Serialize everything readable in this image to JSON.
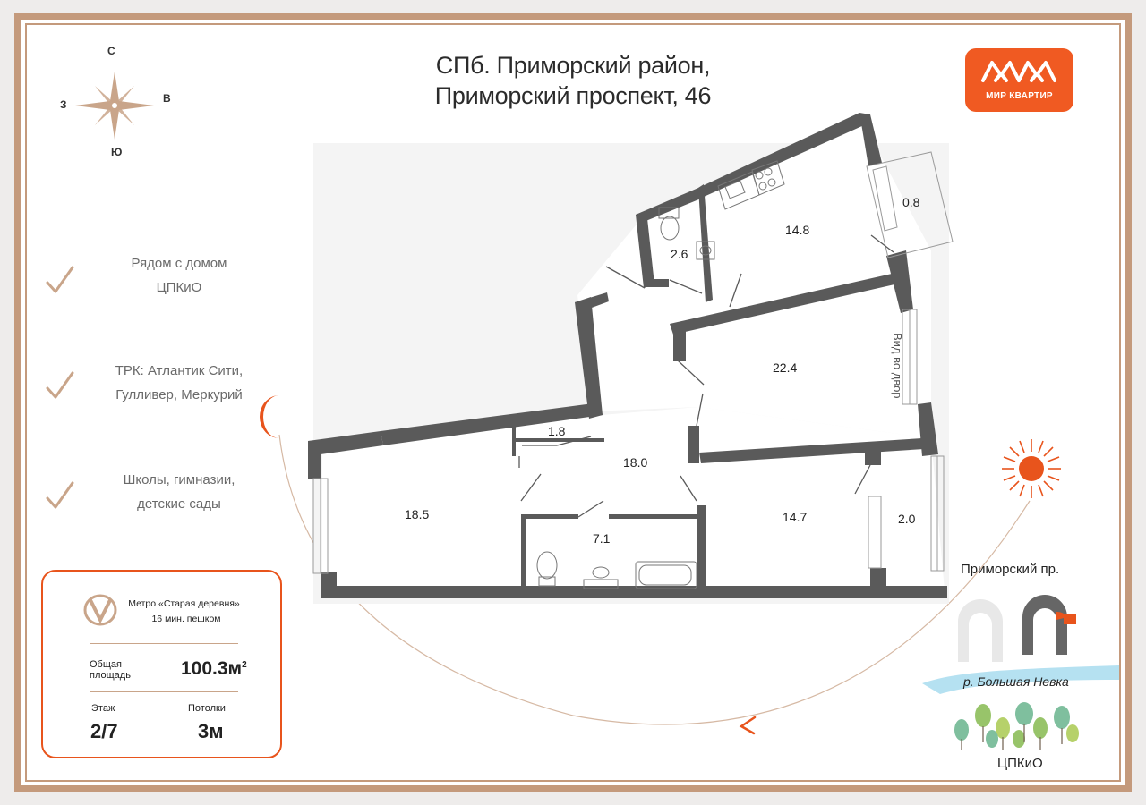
{
  "header": {
    "title_line1": "СПб. Приморский район,",
    "title_line2": "Приморский проспект, 46"
  },
  "logo": {
    "text": "МИР КВАРТИР",
    "color": "#f05a22"
  },
  "compass": {
    "north": "С",
    "south": "Ю",
    "west": "З",
    "east": "В"
  },
  "features": [
    {
      "line1": "Рядом с домом",
      "line2": "ЦПКиО"
    },
    {
      "line1": "ТРК: Атлантик Сити,",
      "line2": "Гулливер, Меркурий"
    },
    {
      "line1": "Школы, гимназии,",
      "line2": "детские сады"
    }
  ],
  "info": {
    "metro_name": "Метро «Старая деревня»",
    "metro_walk": "16 мин. пешком",
    "area_label_line1": "Общая",
    "area_label_line2": "площадь",
    "area_value": "100.3м",
    "area_sup": "2",
    "floor_label": "Этаж",
    "floor_value": "2/7",
    "ceiling_label": "Потолки",
    "ceiling_value": "3м"
  },
  "rooms": [
    "0.8",
    "14.8",
    "2.6",
    "22.4",
    "1.8",
    "18.0",
    "18.5",
    "14.7",
    "2.0",
    "7.1"
  ],
  "view_label": "Вид во двор",
  "map": {
    "street": "Приморский пр.",
    "river": "р. Большая Невка",
    "park": "ЦПКиО"
  },
  "colors": {
    "accent": "#e8541c",
    "frame": "#c49a7c",
    "wall": "#5a5a5a",
    "compass": "#c9a58a",
    "river": "#a8dcef"
  }
}
